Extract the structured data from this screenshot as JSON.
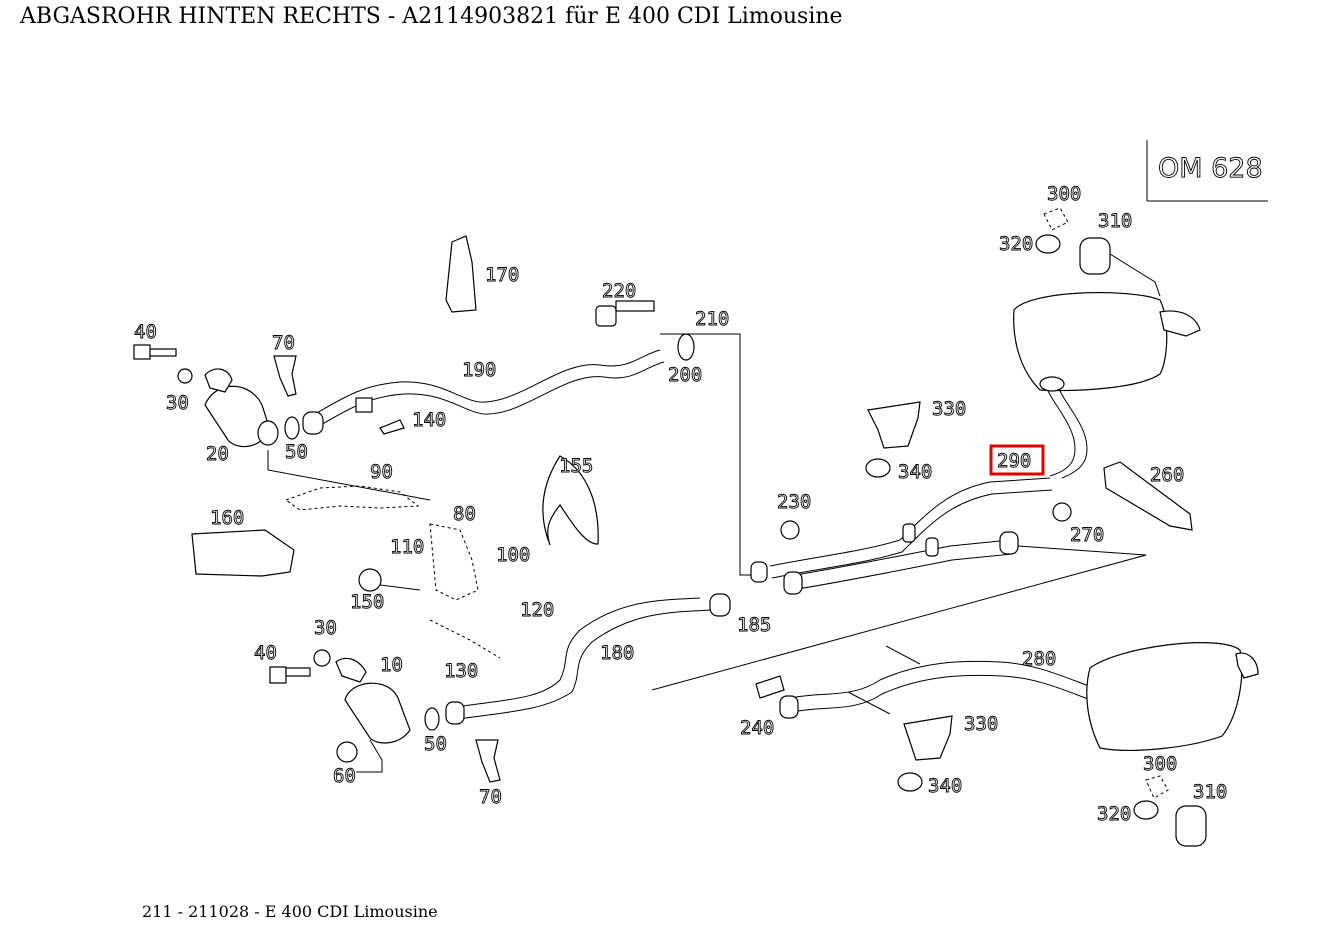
{
  "title": "ABGASROHR HINTEN RECHTS - A2114903821 für E 400 CDI Limousine",
  "footer": "211 - 211028 - E 400 CDI Limousine",
  "engine_code": "OM 628",
  "highlight_color": "#e00000",
  "highlighted_part": "290",
  "callouts": [
    "300",
    "310",
    "320",
    "170",
    "220",
    "210",
    "40",
    "70",
    "190",
    "200",
    "30",
    "140",
    "50",
    "20",
    "330",
    "290",
    "340",
    "260",
    "90",
    "155",
    "230",
    "80",
    "160",
    "270",
    "110",
    "100",
    "150",
    "120",
    "185",
    "30",
    "40",
    "10",
    "180",
    "280",
    "130",
    "240",
    "330",
    "50",
    "60",
    "70",
    "340",
    "300",
    "310",
    "320"
  ]
}
